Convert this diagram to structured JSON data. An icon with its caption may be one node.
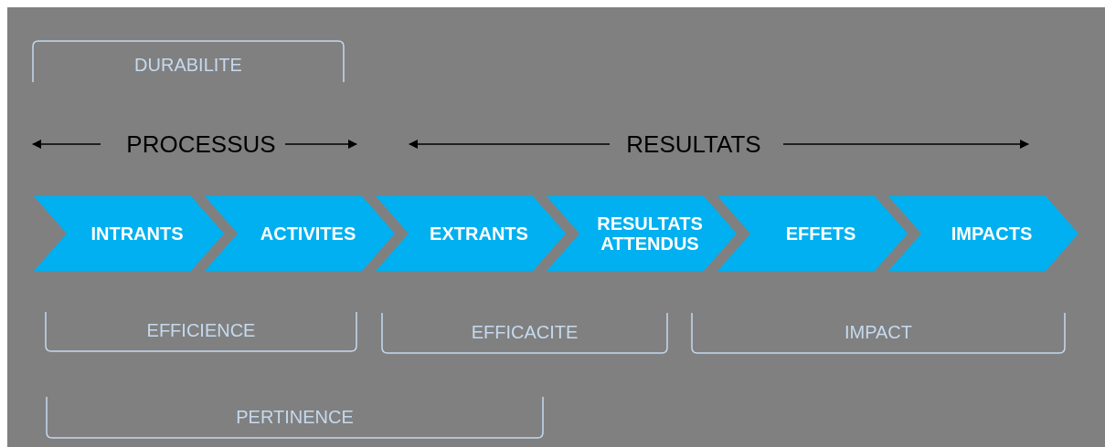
{
  "diagram": {
    "nodes": [
      {
        "text": [
          "INTRANTS"
        ]
      },
      {
        "text": [
          "ACTIVITES"
        ]
      },
      {
        "text": [
          "EXTRANTS"
        ]
      },
      {
        "text": [
          "RESULTATS ATTENDUS"
        ]
      },
      {
        "text": [
          "EFFETS"
        ]
      },
      {
        "text": [
          "IMPACTS"
        ]
      }
    ],
    "edges": [],
    "labels": [
      "DURABILITE",
      "PROCESSUS",
      "RESULTATS",
      "EFFICIENCE",
      "EFFICACITE",
      "IMPACT",
      "PERTINENCE"
    ]
  }
}
